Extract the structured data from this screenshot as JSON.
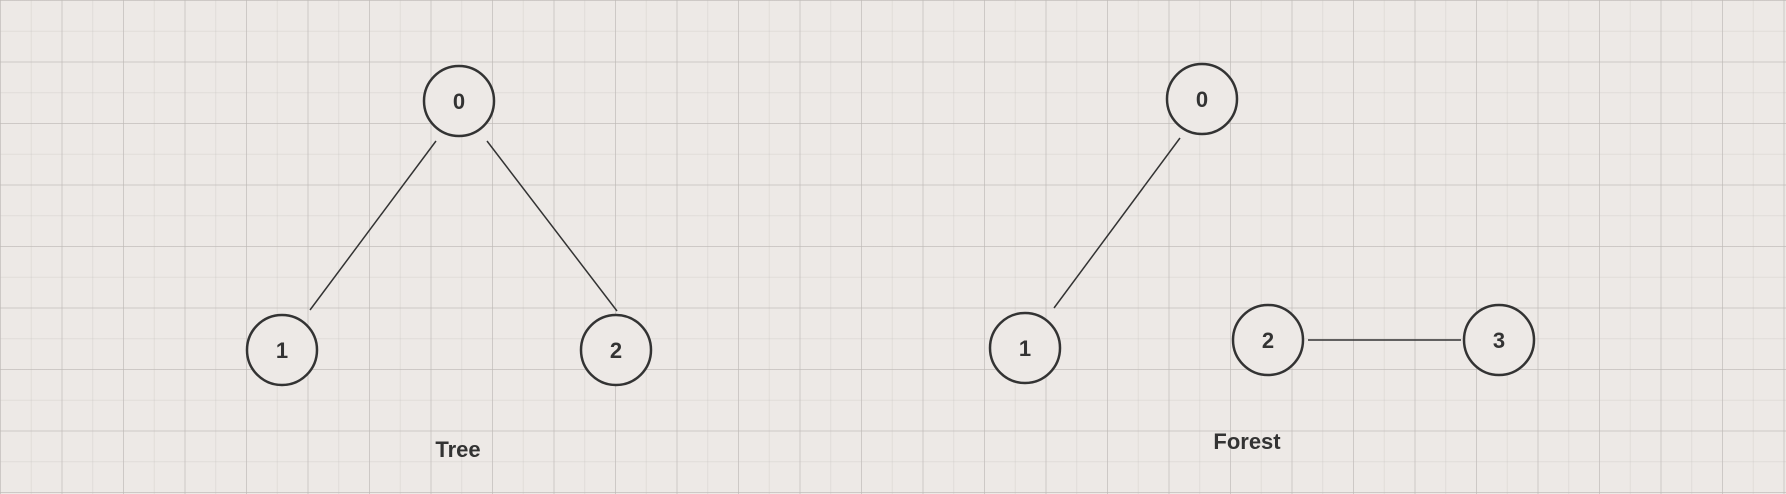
{
  "colors": {
    "background": "#ede9e6",
    "stroke": "#333333",
    "text": "#333333"
  },
  "diagrams": [
    {
      "caption": "Tree",
      "nodes": [
        "0",
        "1",
        "2"
      ],
      "edges": [
        [
          "0",
          "1"
        ],
        [
          "0",
          "2"
        ]
      ]
    },
    {
      "caption": "Forest",
      "nodes": [
        "0",
        "1",
        "2",
        "3"
      ],
      "edges": [
        [
          "0",
          "1"
        ],
        [
          "2",
          "3"
        ]
      ]
    }
  ]
}
